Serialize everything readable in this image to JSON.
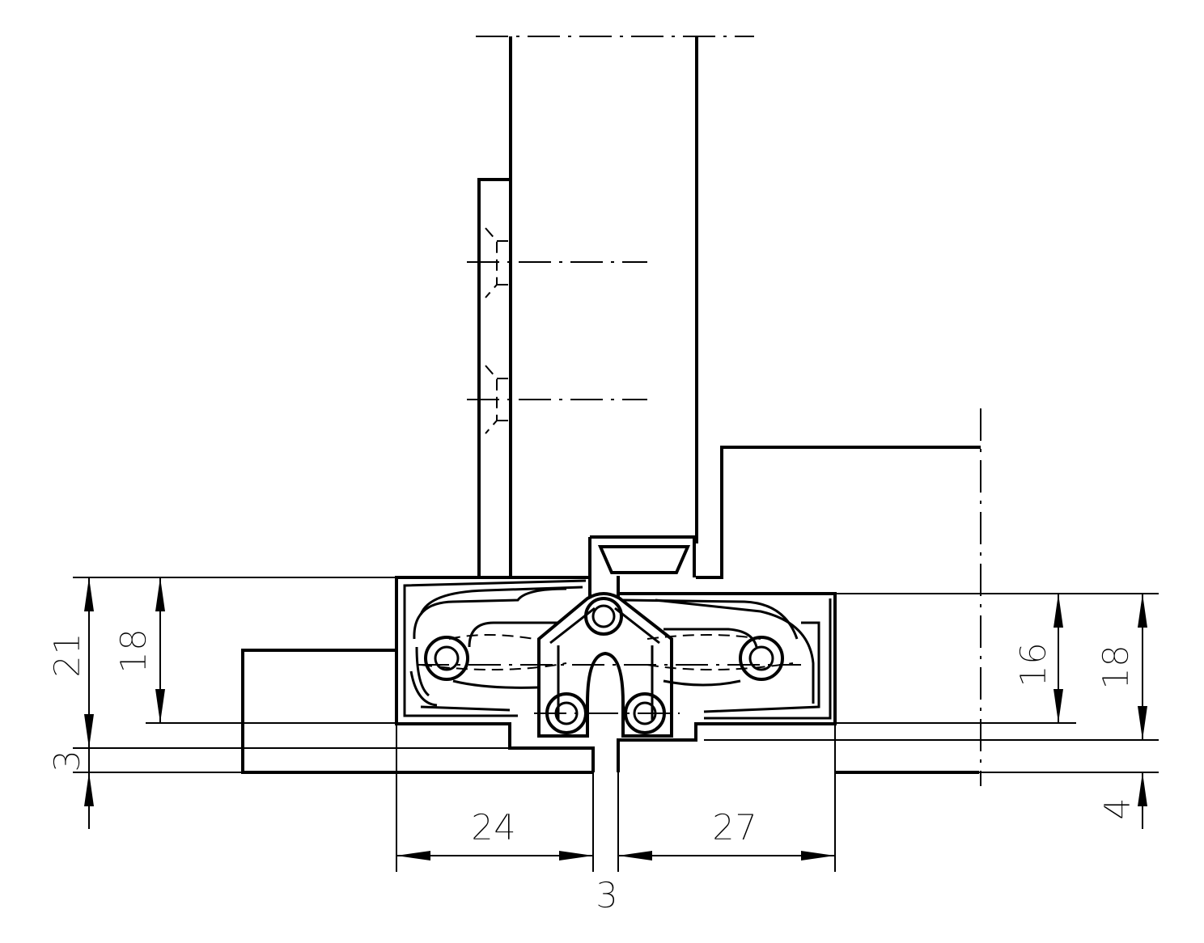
{
  "dimensions": {
    "left_outer": "21",
    "left_inner": "18",
    "left_bottom": "3",
    "right_inner": "16",
    "right_outer": "18",
    "right_bottom": "4",
    "bottom_left": "24",
    "bottom_right": "27",
    "bottom_gap": "3"
  }
}
